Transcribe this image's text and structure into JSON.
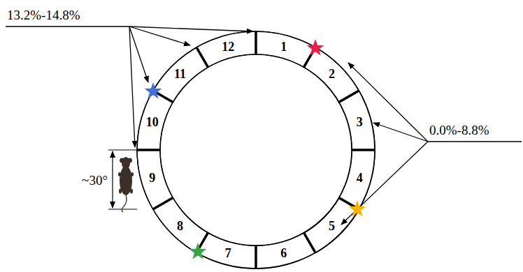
{
  "diagram": {
    "nodes": [
      {
        "text": [
          "1"
        ]
      },
      {
        "text": [
          "2"
        ]
      },
      {
        "text": [
          "3"
        ]
      },
      {
        "text": [
          "4"
        ]
      },
      {
        "text": [
          "5"
        ]
      },
      {
        "text": [
          "6"
        ]
      },
      {
        "text": [
          "7"
        ]
      },
      {
        "text": [
          "8"
        ]
      },
      {
        "text": [
          "9"
        ]
      },
      {
        "text": [
          "10"
        ]
      },
      {
        "text": [
          "11"
        ]
      },
      {
        "text": [
          "12"
        ]
      }
    ],
    "labels": [
      "13.2%-14.8%",
      "0.0%-8.8%",
      "~30°"
    ]
  }
}
